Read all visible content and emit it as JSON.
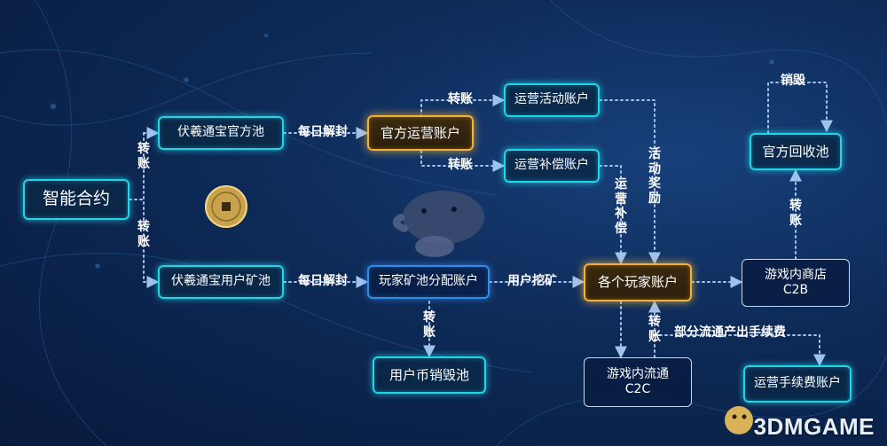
{
  "nodes": {
    "smart_contract": "智能合约",
    "official_pool": "伏羲通宝官方池",
    "user_mine_pool": "伏羲通宝用户矿池",
    "official_ops": "官方运营账户",
    "activity_account": "运营活动账户",
    "compensation_account": "运营补偿账户",
    "player_distribution": "玩家矿池分配账户",
    "user_burn_pool": "用户币销毁池",
    "player_accounts": "各个玩家账户",
    "in_game_circulation": "游戏内流通",
    "in_game_circulation_sub": "C2C",
    "in_game_shop": "游戏内商店",
    "in_game_shop_sub": "C2B",
    "official_recycle": "官方回收池",
    "fee_account": "运营手续费账户"
  },
  "edges": {
    "transfer_top": "转账",
    "transfer_bottom": "转账",
    "daily_unlock_top": "每日解封",
    "daily_unlock_bottom": "每日解封",
    "transfer_activity": "转账",
    "transfer_compensation": "转账",
    "activity_reward": "活动奖励",
    "ops_compensation": "运营补偿",
    "user_mining": "用户挖矿",
    "transfer_burn": "转账",
    "destroy": "销毁",
    "transfer_recycle": "转账",
    "transfer_fee": "转账",
    "partial_fee": "部分流通产出手续费"
  },
  "watermark": "3DMGAME",
  "colors": {
    "cyan": "#23d3e6",
    "blue": "#2f8de8",
    "gold": "#f2b23a",
    "dotted_line": "#9fc3ee"
  }
}
